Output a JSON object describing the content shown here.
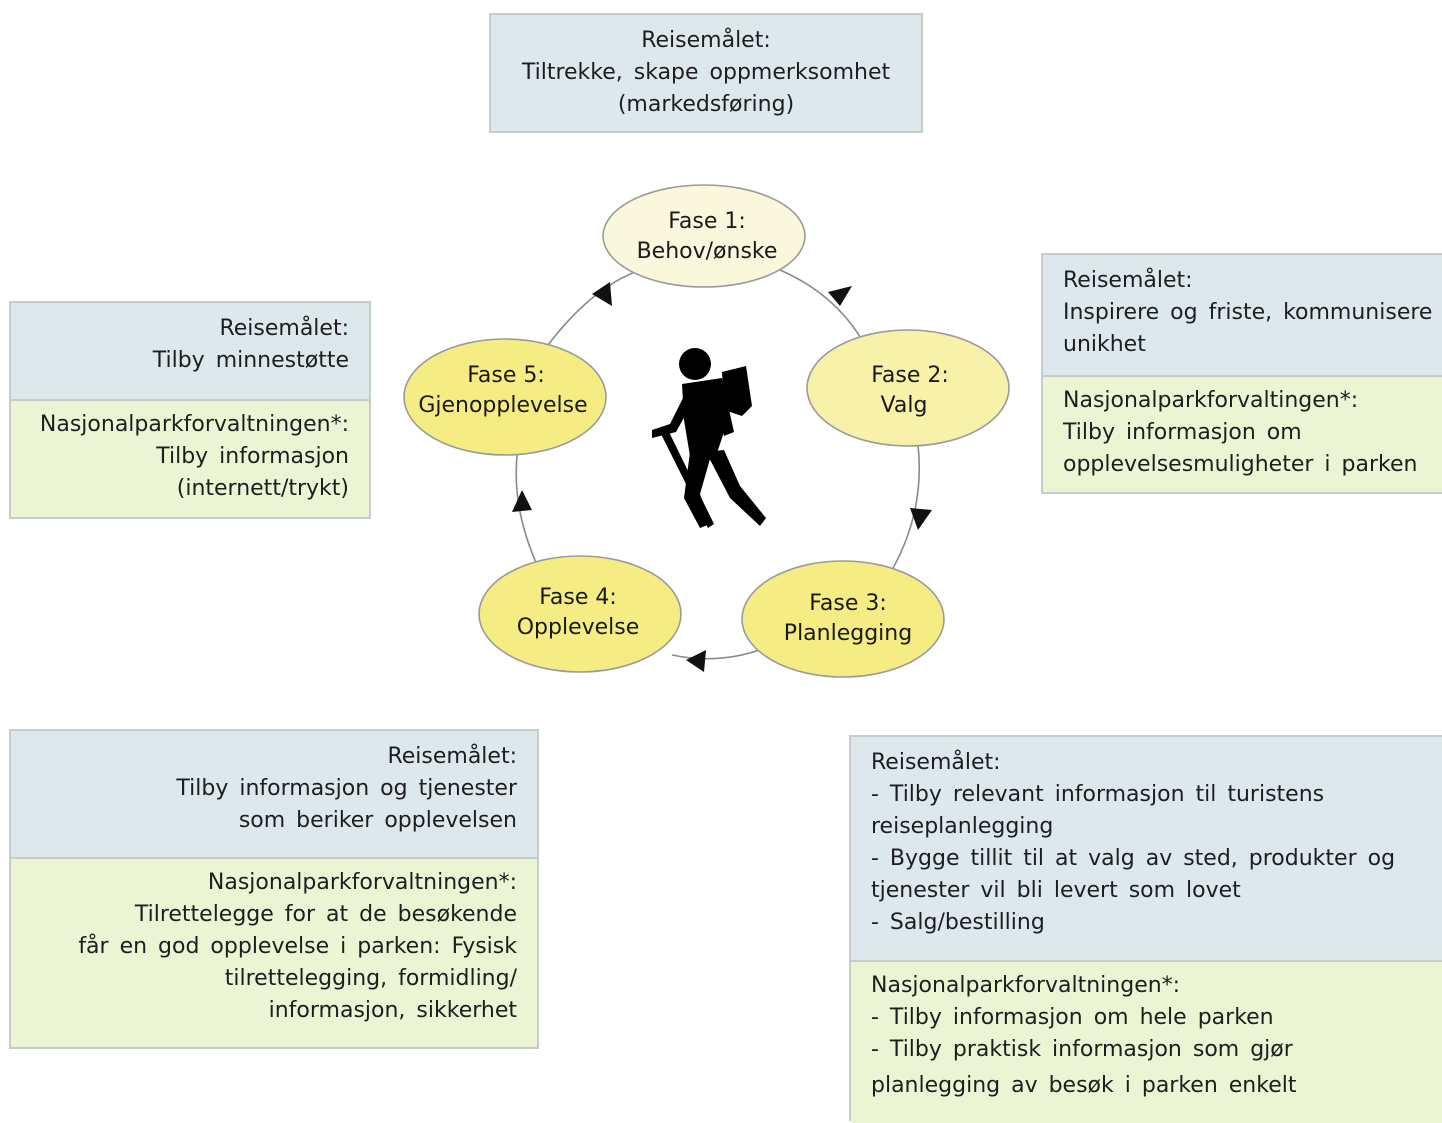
{
  "top_box": {
    "lines": [
      "Reisemålet:",
      "Tiltrekke, skape oppmerksomhet",
      "(markedsføring)"
    ]
  },
  "phases": [
    {
      "line1": "Fase 1:",
      "line2": "Behov/ønske"
    },
    {
      "line1": "Fase 2:",
      "line2": "Valg"
    },
    {
      "line1": "Fase 3:",
      "line2": "Planlegging"
    },
    {
      "line1": "Fase 4:",
      "line2": "Opplevelse"
    },
    {
      "line1": "Fase 5:",
      "line2": "Gjenopplevelse"
    }
  ],
  "center_icon": "hiker-icon",
  "left_box": {
    "reisemaal": [
      "Reisemålet:",
      "Tilby minnestøtte"
    ],
    "nasjonalpark": [
      "Nasjonalparkforvaltningen*:",
      "Tilby informasjon",
      "(internett/trykt)"
    ]
  },
  "right_box": {
    "reisemaal": [
      "Reisemålet:",
      "Inspirere og friste, kommunisere",
      "unikhet"
    ],
    "nasjonalpark": [
      "Nasjonalparkforvaltingen*:",
      "Tilby informasjon om",
      "opplevelsesmuligheter i parken"
    ]
  },
  "bottom_left_box": {
    "reisemaal": [
      "Reisemålet:",
      "Tilby informasjon og tjenester",
      "som beriker opplevelsen"
    ],
    "nasjonalpark": [
      "Nasjonalparkforvaltningen*:",
      "Tilrettelegge for at de besøkende",
      "får en god opplevelse i parken: Fysisk",
      "tilrettelegging, formidling/",
      "informasjon, sikkerhet"
    ]
  },
  "bottom_right_box": {
    "reisemaal": [
      "Reisemålet:",
      "- Tilby relevant informasjon til turistens",
      "reiseplanlegging",
      "- Bygge tillit til at valg av sted, produkter og",
      "tjenester vil bli levert som lovet",
      "- Salg/bestilling"
    ],
    "nasjonalpark": [
      "Nasjonalparkforvaltningen*:",
      "- Tilby informasjon om hele parken",
      "- Tilby praktisk informasjon som gjør",
      "planlegging av besøk i parken enkelt"
    ]
  },
  "colors": {
    "reisemaal_bg": "#dde8ed",
    "nasjonalpark_bg": "#ebf5d4",
    "phase_fills": [
      "#fbf7dc",
      "#f8f1a9",
      "#f6ec84",
      "#f6ec84",
      "#f6ec84"
    ],
    "arrow": "#111111"
  }
}
